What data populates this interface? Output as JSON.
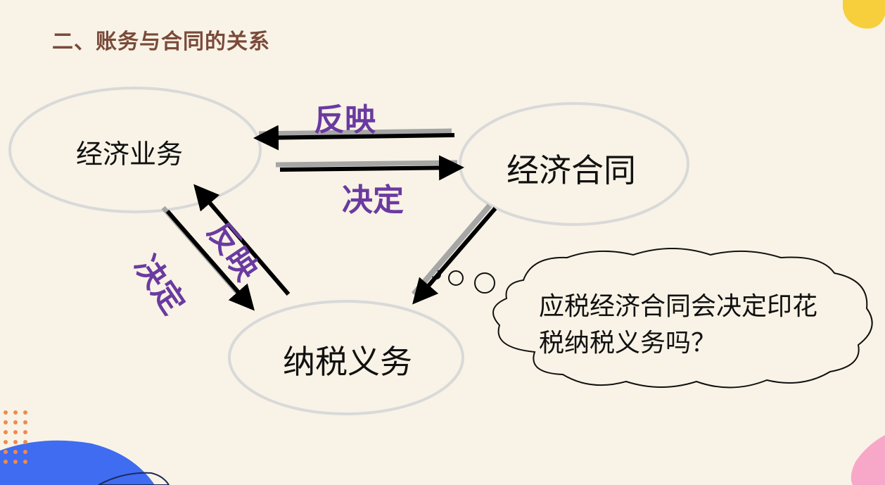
{
  "slide": {
    "title": "二、账务与合同的关系"
  },
  "nodes": {
    "business": "经济业务",
    "contract": "经济合同",
    "tax_obligation": "纳税义务"
  },
  "relations": {
    "contract_to_business": "反映",
    "business_to_contract": "决定",
    "tax_to_business": "反映",
    "business_to_tax": "决定"
  },
  "question": {
    "line1": "应税经济合同会决定印花",
    "line2": "税纳税义务吗？"
  },
  "colors": {
    "background": "#f8f3e6",
    "title": "#7a4a3a",
    "relation_text": "#6a3aa0",
    "ellipse_stroke": "#d9d9d9",
    "arrow": "#000000",
    "arrow_shadow": "#a6a6a6",
    "accent_blue": "#3f6cf0",
    "accent_yellow": "#f7cf3c",
    "accent_pink": "#f7a8c8",
    "dots": "#f08a4b"
  }
}
